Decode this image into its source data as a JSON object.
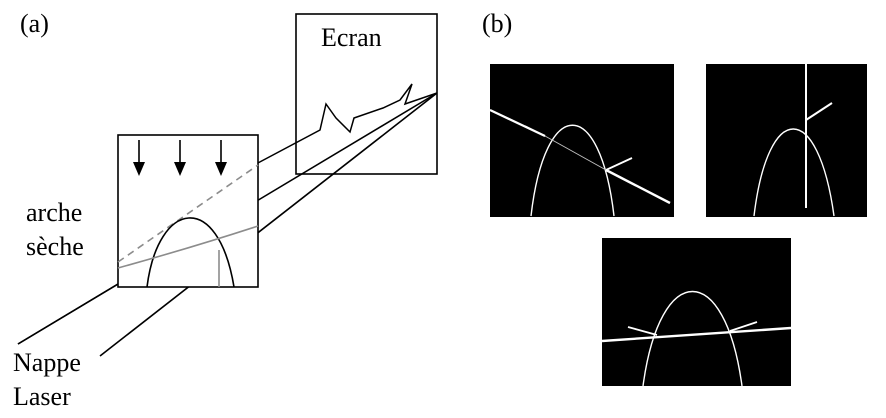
{
  "panel_a": {
    "label": "(a)",
    "screen_label": "Ecran",
    "arch_label_line1": "arche",
    "arch_label_line2": "sèche",
    "laser_label_line1": "Nappe",
    "laser_label_line2": "Laser"
  },
  "panel_b": {
    "label": "(b)",
    "photos": [
      {
        "name": "photo-oblique-laser",
        "background": "#000000"
      },
      {
        "name": "photo-vertical-laser",
        "background": "#000000"
      },
      {
        "name": "photo-horizontal-laser",
        "background": "#000000"
      }
    ]
  },
  "colors": {
    "line": "#000000",
    "grey_line": "#8c8c8c",
    "photo_background": "#000000",
    "photo_trace": "#ffffff"
  }
}
